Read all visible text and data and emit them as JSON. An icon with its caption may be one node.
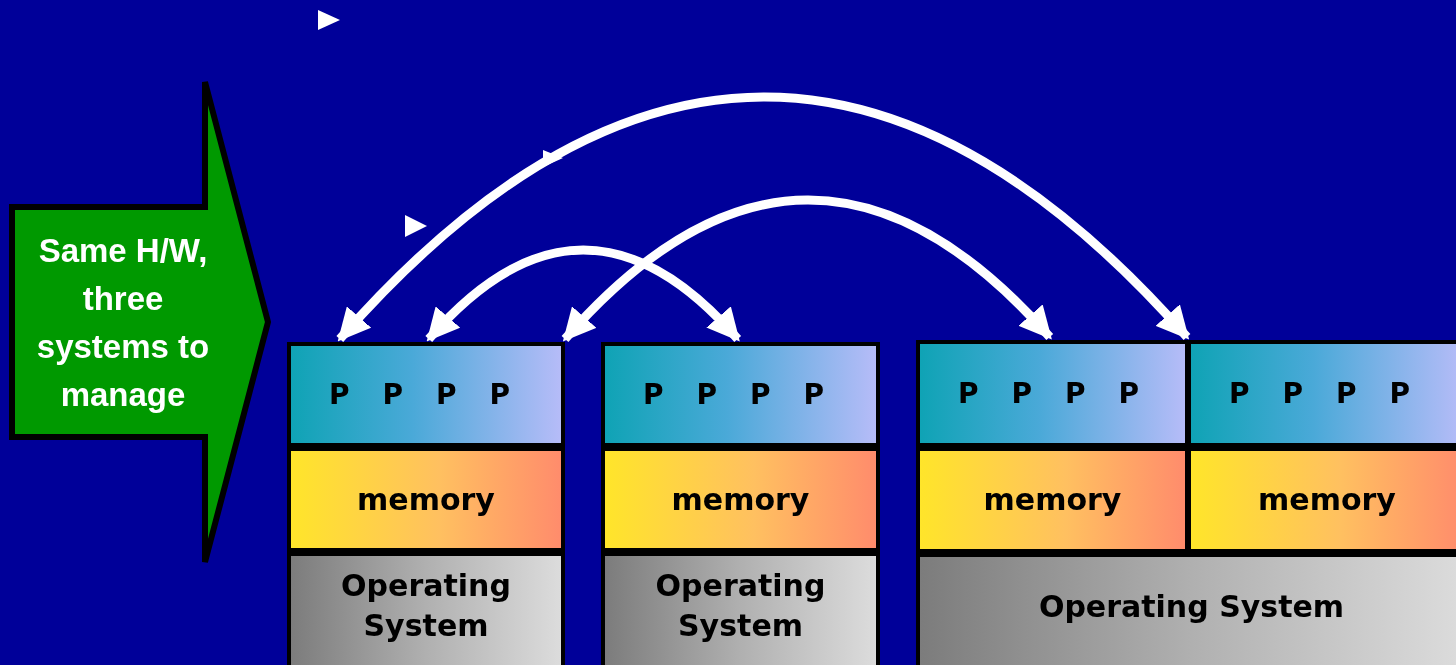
{
  "diagram": {
    "nodes": [
      {
        "text": [
          "Same H/W, three systems to manage"
        ]
      },
      {
        "text": [
          "P",
          "P",
          "P",
          "P"
        ]
      },
      {
        "text": [
          "memory"
        ]
      },
      {
        "text": [
          "Operating System"
        ]
      },
      {
        "text": [
          "P",
          "P",
          "P",
          "P"
        ]
      },
      {
        "text": [
          "memory"
        ]
      },
      {
        "text": [
          "Operating System"
        ]
      },
      {
        "text": [
          "P",
          "P",
          "P",
          "P"
        ]
      },
      {
        "text": [
          "memory"
        ]
      },
      {
        "text": [
          "P",
          "P",
          "P",
          "P"
        ]
      },
      {
        "text": [
          "memory"
        ]
      },
      {
        "text": [
          "Operating System"
        ]
      }
    ],
    "edges": [
      {
        "from": 1,
        "to": 4,
        "arrow": "both"
      },
      {
        "from": 1,
        "to": 7,
        "arrow": "both"
      },
      {
        "from": 1,
        "to": 9,
        "arrow": "both"
      }
    ]
  }
}
